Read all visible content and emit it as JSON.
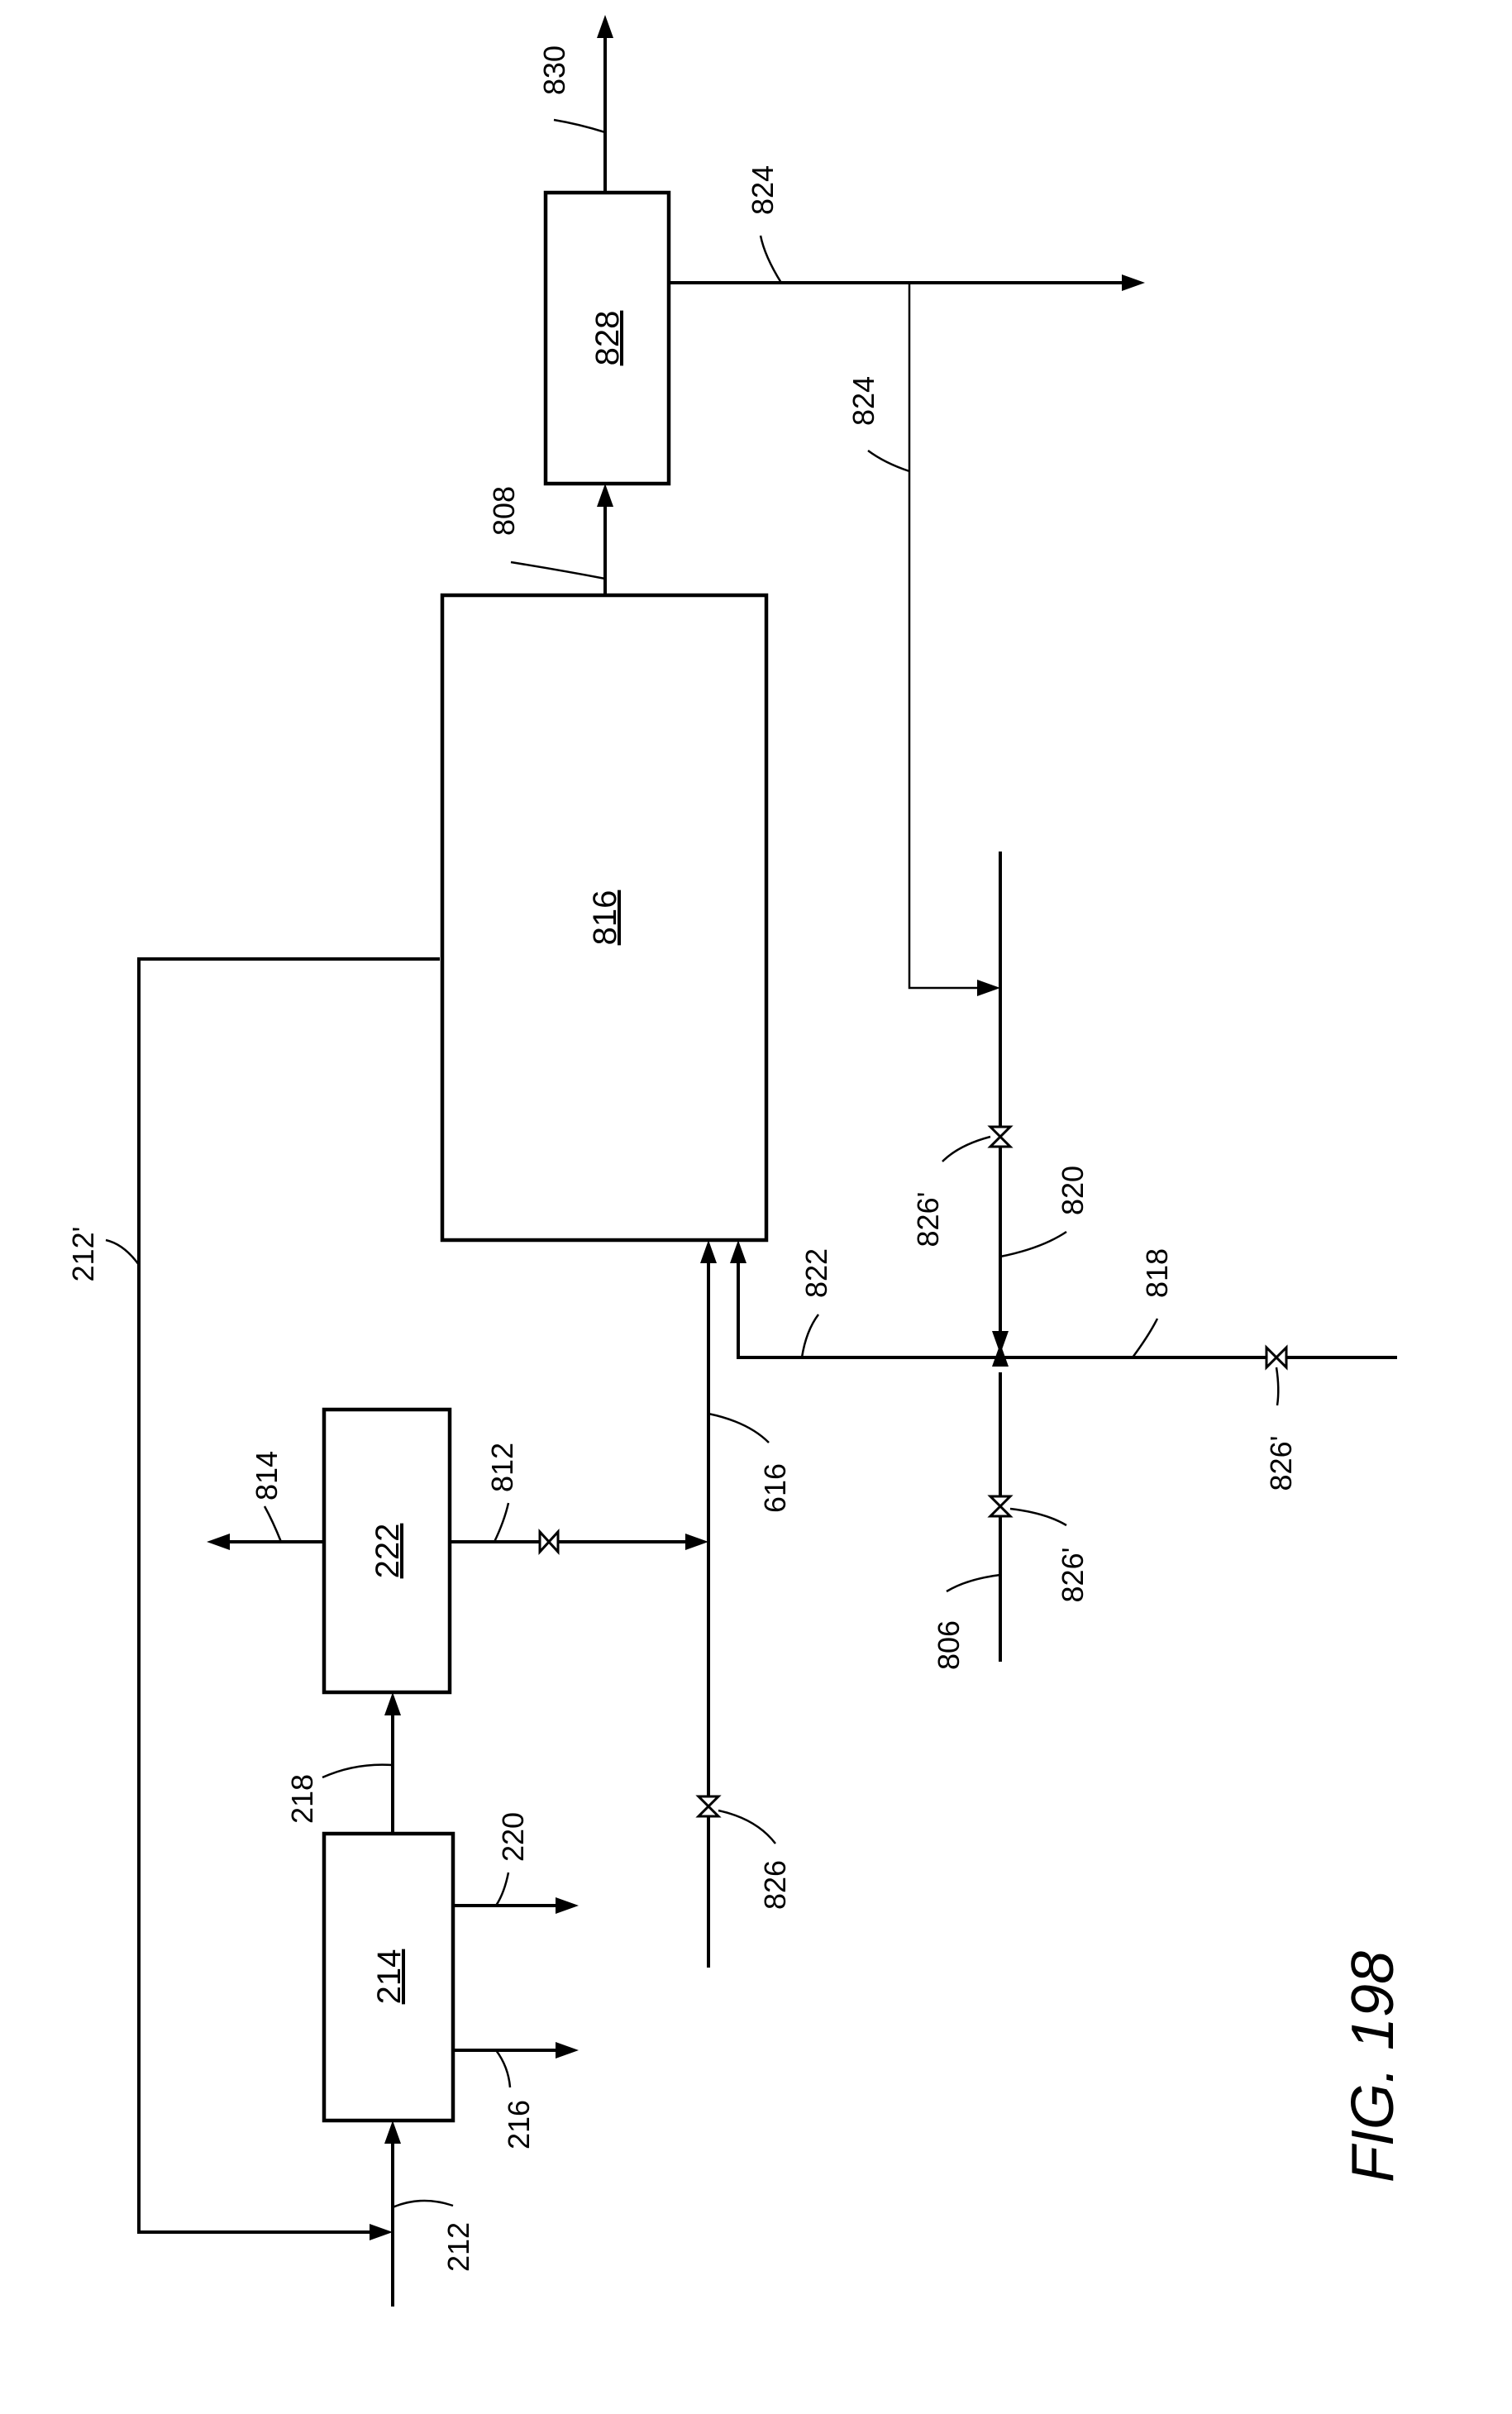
{
  "figure": {
    "title": "FIG. 198"
  },
  "units": {
    "u214": "214",
    "u222": "222",
    "u816": "816",
    "u828": "828"
  },
  "streams": {
    "s212": "212",
    "s212p": "212'",
    "s216": "216",
    "s218": "218",
    "s220": "220",
    "s806": "806",
    "s808": "808",
    "s812": "812",
    "s814": "814",
    "s616": "616",
    "s818": "818",
    "s820": "820",
    "s822": "822",
    "s824a": "824",
    "s824b": "824",
    "s830": "830"
  },
  "valves": {
    "v826": "826",
    "v826p_a": "826'",
    "v826p_b": "826'",
    "v826p_c": "826'"
  }
}
